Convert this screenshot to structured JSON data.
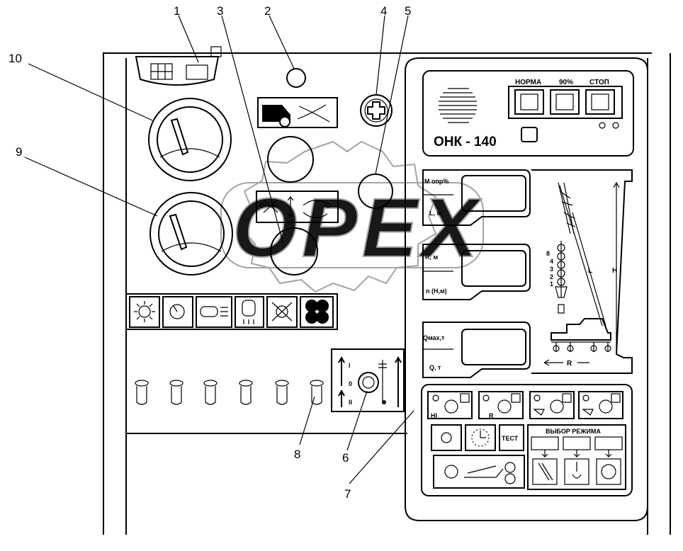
{
  "callouts": {
    "c1": "1",
    "c2": "2",
    "c3": "3",
    "c4": "4",
    "c5": "5",
    "c6": "6",
    "c7": "7",
    "c8": "8",
    "c9": "9",
    "c10": "10"
  },
  "onk": {
    "norma": "НОРМА",
    "p90": "90%",
    "stop": "СТОП",
    "title": "ОНК - 140"
  },
  "windows": {
    "m_opr": "М опр%",
    "l_m": "L, м",
    "r_m": "R, м",
    "n_hm": "n (H,м)",
    "q_max": "Qмах,т",
    "q_t": "Q, т"
  },
  "crane": {
    "L": "L",
    "H": "H",
    "R": "R",
    "hook_nums": [
      "8",
      "4",
      "3",
      "2",
      "1"
    ]
  },
  "switch": {
    "pos_I": "I",
    "pos_0": "0",
    "pos_II": "II"
  },
  "keypad": {
    "hi": "HI",
    "r": "R",
    "test": "ТЕСТ",
    "mode_select": "ВЫБОР РЕЖИМА"
  },
  "watermark": "OPEX"
}
